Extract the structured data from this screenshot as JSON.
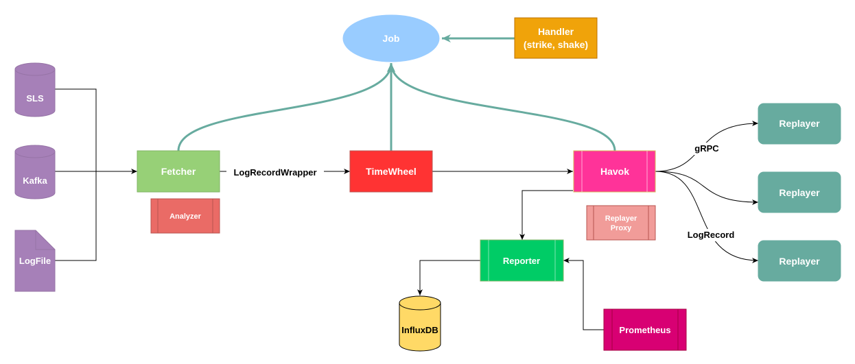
{
  "nodes": {
    "sls": "SLS",
    "kafka": "Kafka",
    "logfile": "LogFile",
    "fetcher": "Fetcher",
    "analyzer": "Analyzer",
    "timewheel": "TimeWheel",
    "havok": "Havok",
    "replayer_proxy_line1": "Replayer",
    "replayer_proxy_line2": "Proxy",
    "job": "Job",
    "handler_line1": "Handler",
    "handler_line2": "(strike, shake)",
    "reporter": "Reporter",
    "influxdb": "InfluxDB",
    "prometheus": "Prometheus",
    "replayer_1": "Replayer",
    "replayer_2": "Replayer",
    "replayer_3": "Replayer"
  },
  "edge_labels": {
    "fetcher_to_timewheel": "LogRecordWrapper",
    "havok_grpc": "gRPC",
    "havok_logrecord": "LogRecord"
  },
  "colors": {
    "source": "#a680b8",
    "fetcher": "#97d077",
    "analyzer": "#ea6b66",
    "timewheel": "#ff3333",
    "havok": "#ff3399",
    "replayer_proxy": "#f19c99",
    "job": "#99ccff",
    "handler": "#f0a30a",
    "reporter": "#00cc66",
    "influxdb": "#ffd966",
    "prometheus": "#d80073",
    "replayer": "#67ab9f",
    "teal_edge": "#67ab9f"
  }
}
